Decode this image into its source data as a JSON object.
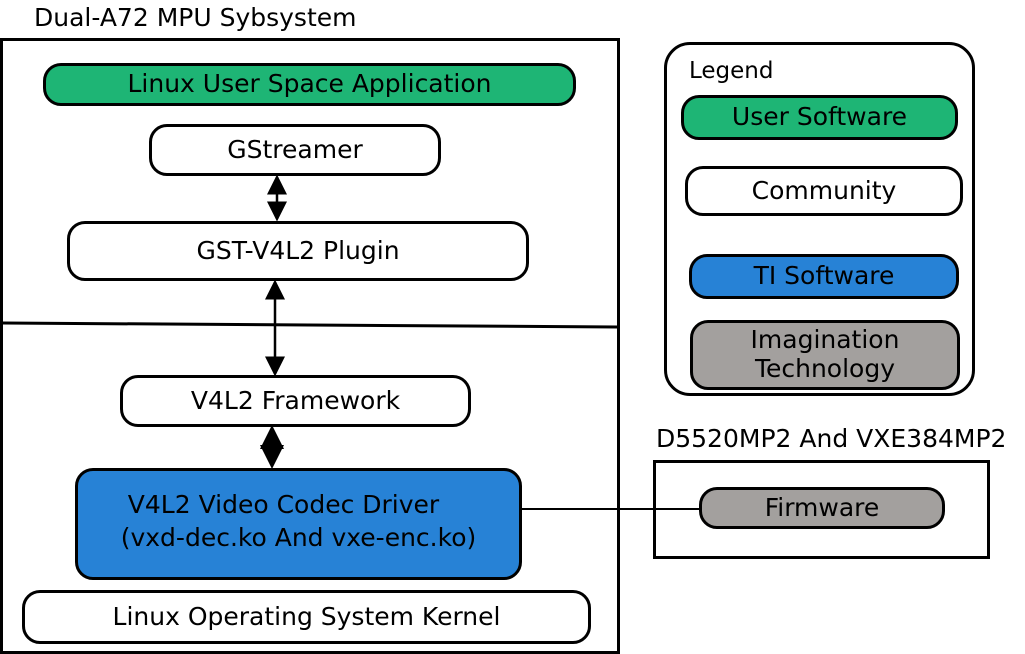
{
  "colors": {
    "user_software": "#1eb575",
    "community": "#ffffff",
    "ti_software": "#2782d6",
    "imagination": "#a3a09e"
  },
  "mpu": {
    "title": "Dual-A72 MPU Sybsystem",
    "user_app": "Linux User Space Application",
    "gstreamer": "GStreamer",
    "gst_plugin": "GST-V4L2 Plugin",
    "v4l2_framework": "V4L2 Framework",
    "codec_driver": {
      "line1": "V4L2 Video Codec Driver",
      "line2": "(vxd-dec.ko And vxe-enc.ko)"
    },
    "kernel": "Linux Operating System Kernel"
  },
  "legend": {
    "title": "Legend",
    "user_software": "User Software",
    "community": "Community",
    "ti_software": "TI Software",
    "imagination": {
      "line1": "Imagination",
      "line2": "Technology"
    }
  },
  "hw": {
    "title": "D5520MP2 And VXE384MP2",
    "firmware": "Firmware"
  }
}
